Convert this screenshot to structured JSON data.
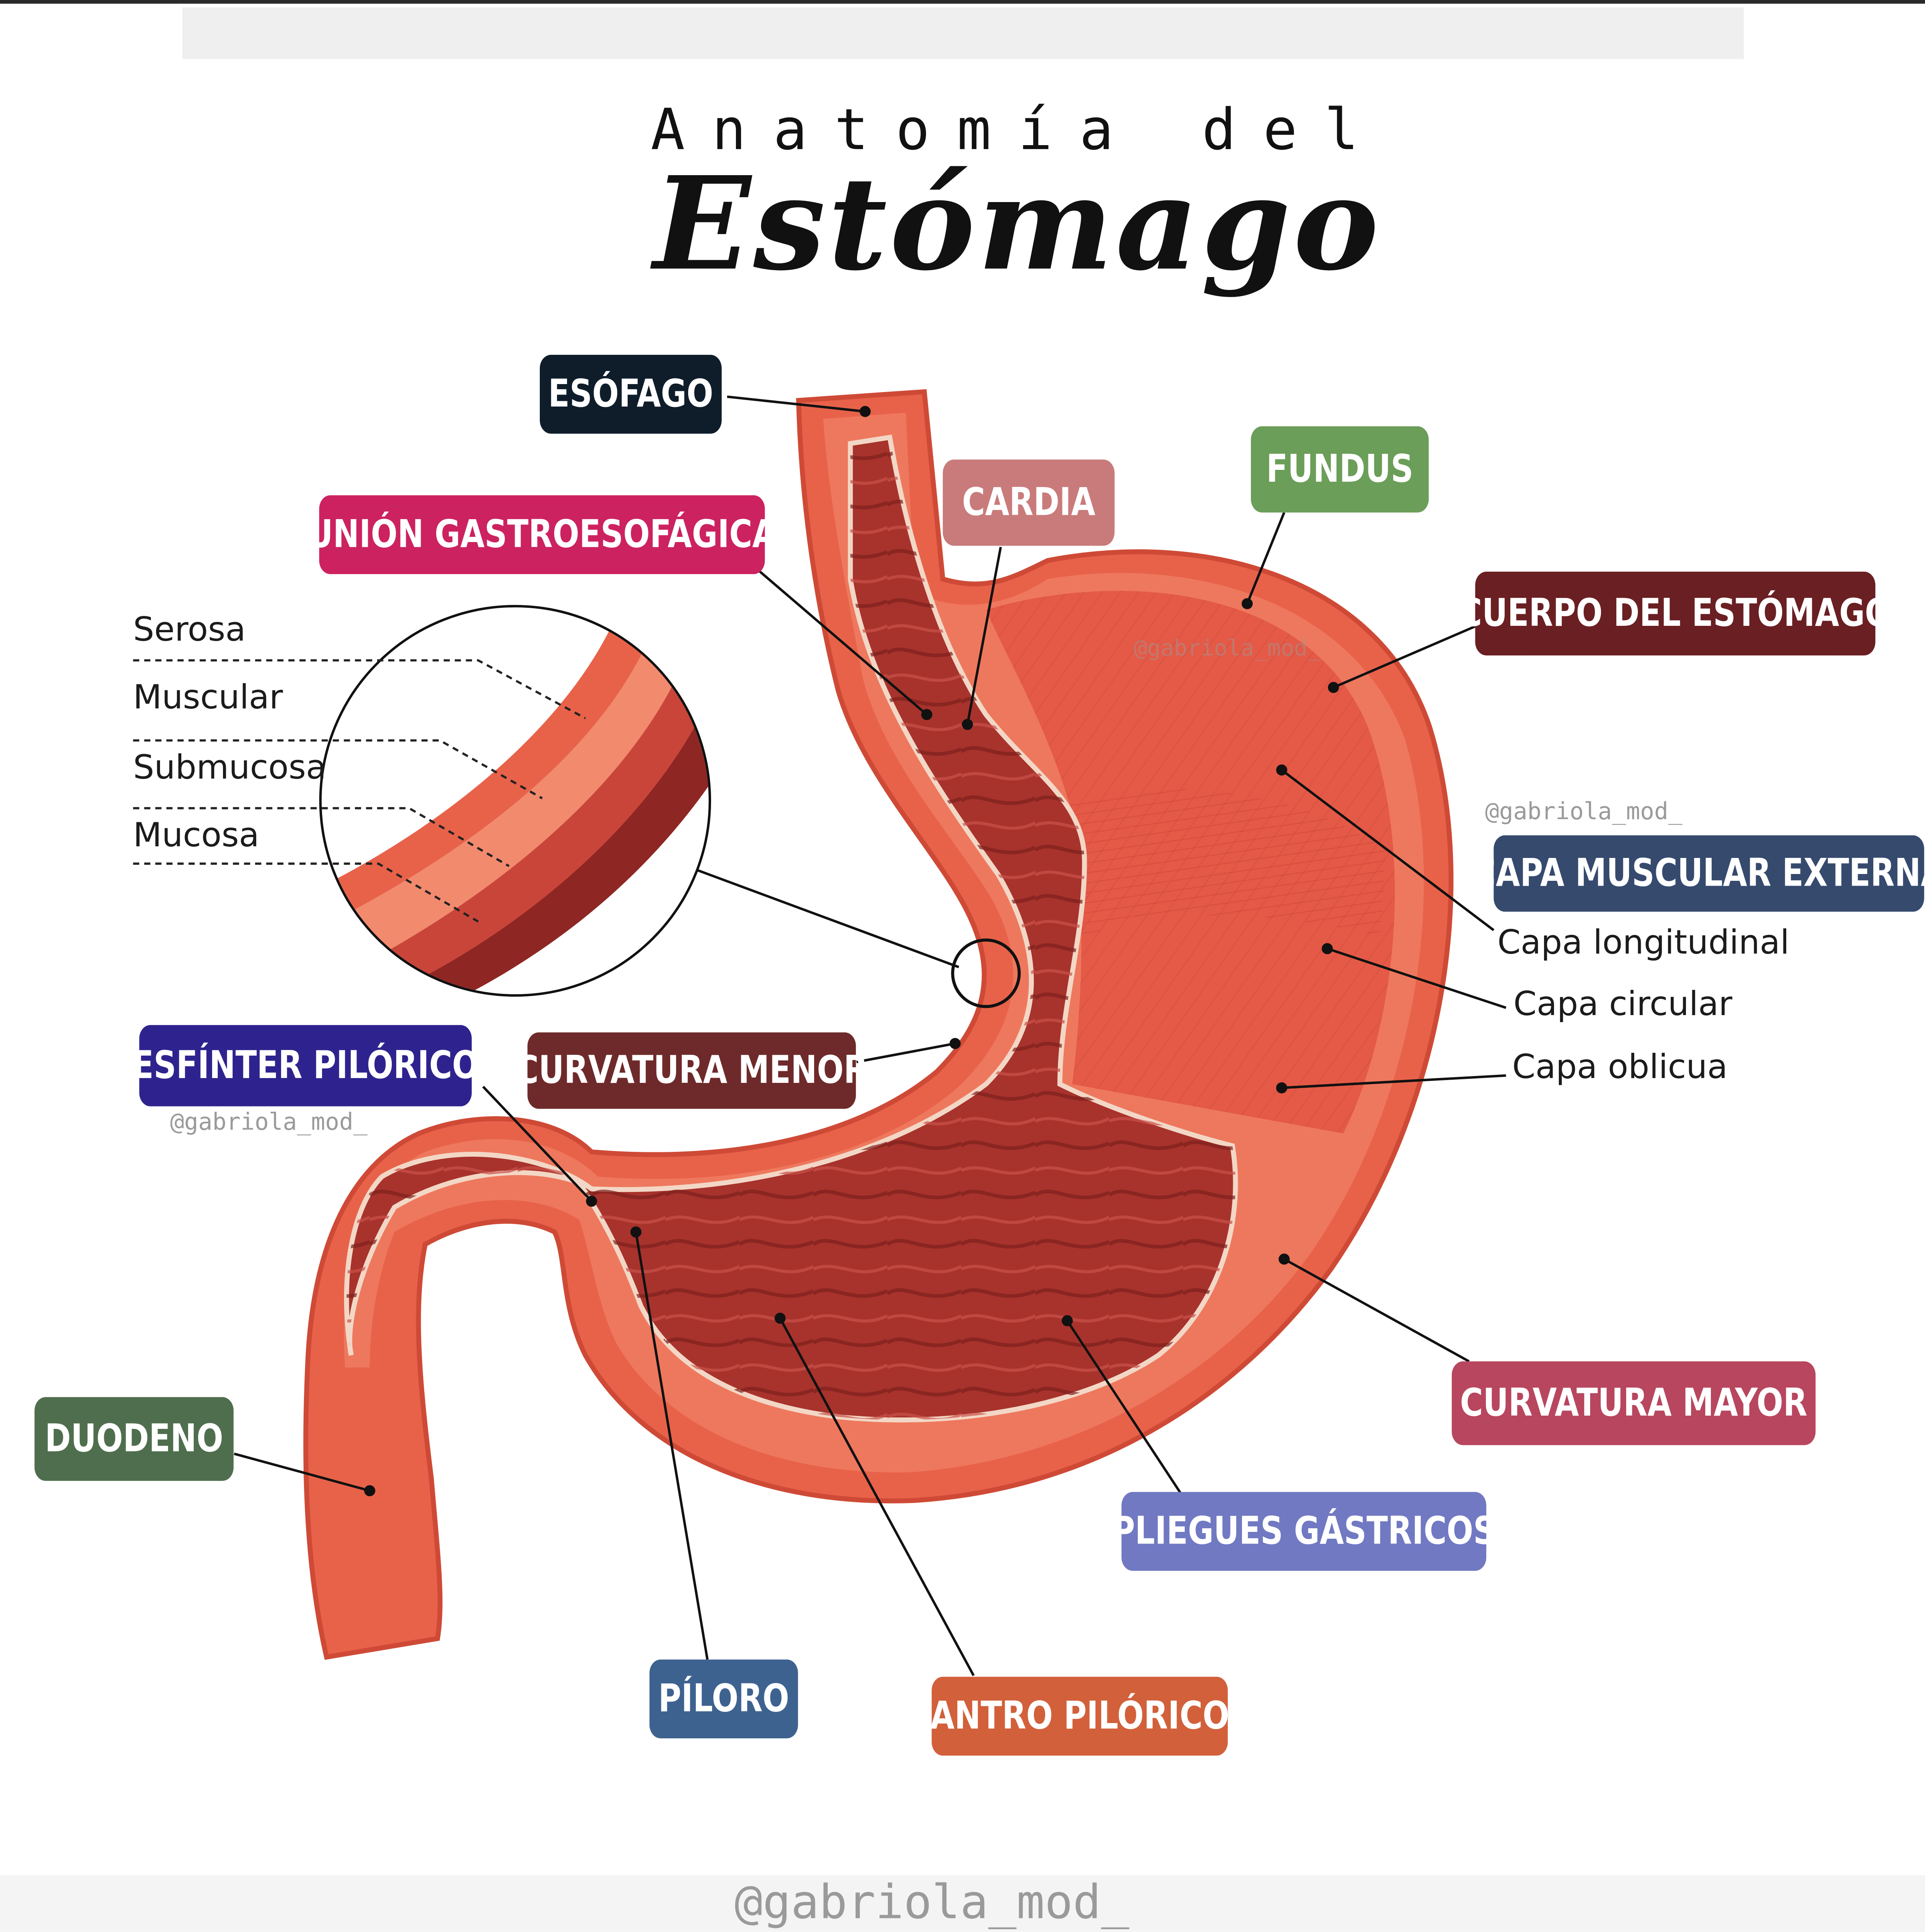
{
  "header": {
    "title_line1": "Anatomía del",
    "title_line2": "Estómago"
  },
  "labels": {
    "esofago": "ESÓFAGO",
    "union": "UNIÓN GASTROESOFÁGICA",
    "cardia": "CARDIA",
    "fundus": "FUNDUS",
    "cuerpo": "CUERPO DEL ESTÓMAGO",
    "capa_externa": "CAPA MUSCULAR EXTERNA",
    "esfinter": "ESFÍNTER PILÓRICO",
    "curv_menor": "CURVATURA MENOR",
    "duodeno": "DUODENO",
    "curv_mayor": "CURVATURA MAYOR",
    "pliegues": "PLIEGUES GÁSTRICOS",
    "piloro": "PÍLORO",
    "antro": "ANTRO PILÓRICO"
  },
  "muscle_layers": {
    "longitudinal": "Capa longitudinal",
    "circular": "Capa circular",
    "oblicua": "Capa oblicua"
  },
  "wall_layers": {
    "serosa": "Serosa",
    "muscular": "Muscular",
    "submucosa": "Submucosa",
    "mucosa": "Mucosa"
  },
  "watermarks": {
    "handle": "@gabriola_mod_",
    "footer": "@gabriola_mod_"
  },
  "colors": {
    "esofago": "#0f1d2b",
    "union": "#cc2260",
    "cardia": "#c97b7b",
    "fundus": "#6b9e58",
    "cuerpo": "#6a1f22",
    "capa_externa": "#364a6e",
    "esfinter": "#2e238e",
    "curv_menor": "#6e2a2a",
    "duodeno": "#4f6e4e",
    "curv_mayor": "#b8465e",
    "pliegues": "#7079c2",
    "piloro": "#3e6290",
    "antro": "#d2603a",
    "stomach_outer": "#e8624a",
    "stomach_inner": "#a8332c"
  }
}
